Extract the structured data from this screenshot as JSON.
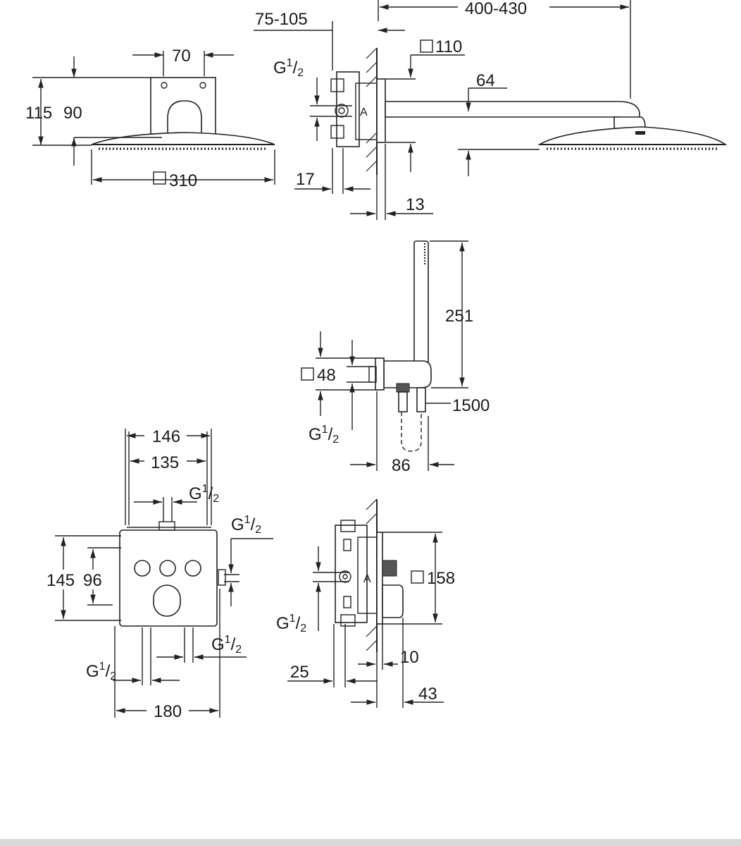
{
  "drawing": {
    "head_width": "70",
    "head_h1": "115",
    "head_h2": "90",
    "head_square": "310",
    "arm_wall": "75-105",
    "arm_length": "400-430",
    "arm_square": "110",
    "arm_drop": "64",
    "thread": "G",
    "thread_num": "1",
    "thread_den": "2",
    "depth_17": "17",
    "depth_13": "13",
    "hand_len": "251",
    "hand_square": "48",
    "hose_len": "1500",
    "hand_depth": "86",
    "box_146": "146",
    "box_135": "135",
    "box_145": "145",
    "box_96": "96",
    "box_180": "180",
    "side_158": "158",
    "side_10": "10",
    "side_25": "25",
    "side_43": "43"
  }
}
